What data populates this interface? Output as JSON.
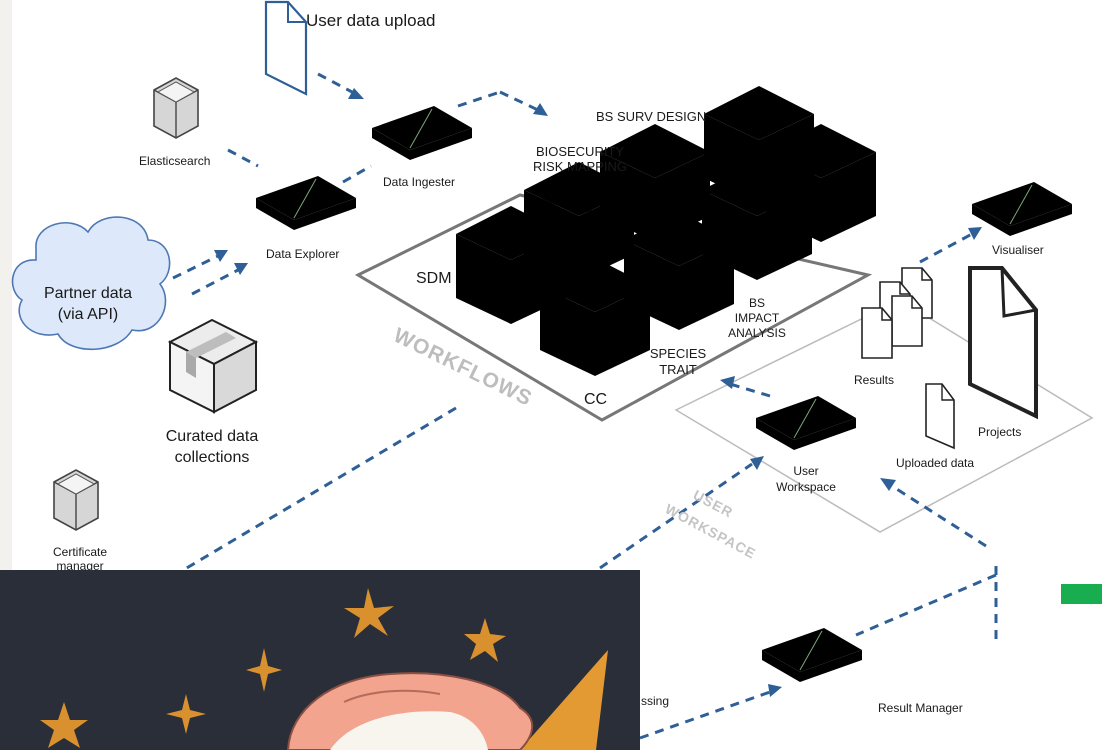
{
  "labels": {
    "user_data_upload": "User data upload",
    "elasticsearch": "Elasticsearch",
    "data_ingester": "Data Ingester",
    "data_explorer": "Data Explorer",
    "partner_data_line1": "Partner data",
    "partner_data_line2": "(via API)",
    "curated_line1": "Curated data",
    "curated_line2": "collections",
    "certificate_line1": "Certificate",
    "certificate_line2": "manager",
    "bs_surv_design": "BS SURV DESIGN",
    "biosecurity_line1": "BIOSECURITY",
    "biosecurity_line2": "RISK MAPPING",
    "sdm": "SDM",
    "bs_impact_line1": "BS",
    "bs_impact_line2": "IMPACT",
    "bs_impact_line3": "ANALYSIS",
    "species_line1": "SPECIES",
    "species_line2": "TRAIT",
    "cc": "CC",
    "workflows": "WORKFLOWS",
    "visualiser": "Visualiser",
    "results": "Results",
    "projects": "Projects",
    "uploaded_data": "Uploaded data",
    "user_workspace_node_line1": "User",
    "user_workspace_node_line2": "Workspace",
    "user_workspace_zone_line1": "USER",
    "user_workspace_zone_line2": "WORKSPACE",
    "result_manager": "Result Manager",
    "processing_fragment": "ssing"
  },
  "colors": {
    "arrow": "#2f5f97",
    "green_box": "#cfe6cf",
    "cube": "#f4e4b3",
    "cloud": "#dde9fa",
    "overlay_bg": "#2a2e38",
    "star": "#d9902e",
    "unicorn_mane": "#f2a48e",
    "green_tab": "#18ad4f"
  },
  "icons": {
    "document": "document-icon",
    "database": "database-icon",
    "server": "server-icon",
    "cloud": "cloud-icon",
    "package": "package-icon",
    "star": "star-icon",
    "unicorn": "unicorn-illustration"
  }
}
